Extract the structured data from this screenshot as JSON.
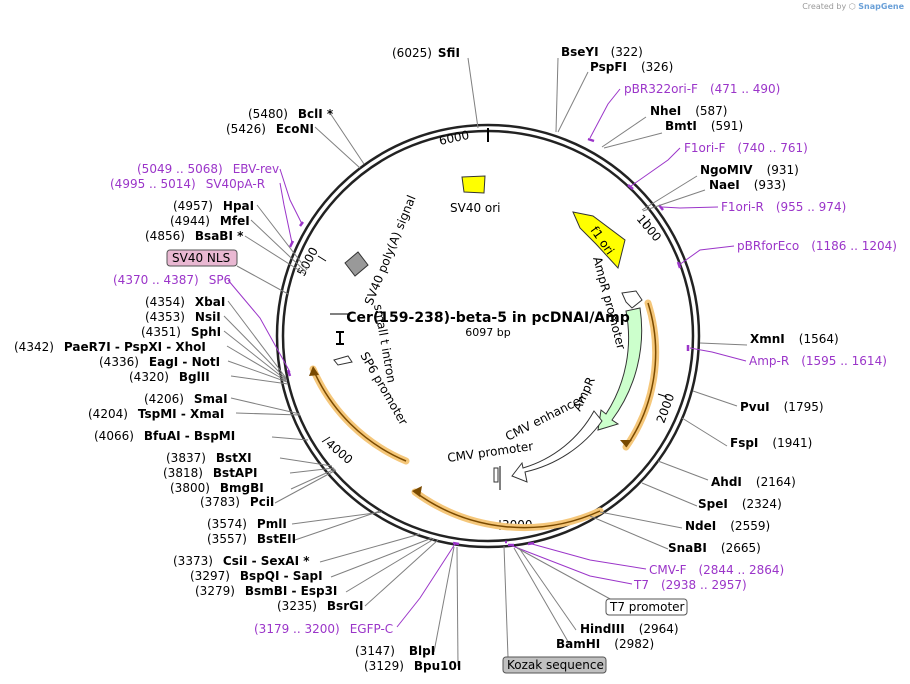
{
  "credit": {
    "prefix": "Created by",
    "brand": "SnapGene"
  },
  "plasmid": {
    "name": "Cer(159-238)-beta-5 in pcDNAI/Amp",
    "size_label": "6097 bp"
  },
  "ticks": [
    "1000",
    "2000",
    "3000",
    "4000",
    "5000",
    "6000"
  ],
  "features": [
    {
      "label": "SV40 ori",
      "type": "rep_origin",
      "color": "#ffff00"
    },
    {
      "label": "f1 ori",
      "type": "rep_origin",
      "color": "#ffff00"
    },
    {
      "label": "AmpR promoter",
      "type": "promoter",
      "color": "#ffffff"
    },
    {
      "label": "AmpR",
      "type": "cds",
      "color": "#ccffcc"
    },
    {
      "label": "CMV enhancer",
      "type": "enhancer",
      "color": "#ffffff"
    },
    {
      "label": "CMV promoter",
      "type": "promoter",
      "color": "#ffffff"
    },
    {
      "label": "SP6 promoter",
      "type": "promoter",
      "color": "#ffffff"
    },
    {
      "label": "small t intron",
      "type": "intron",
      "color": "#ffffff"
    },
    {
      "label": "SV40 poly(A) signal",
      "type": "polyA",
      "color": "#999999"
    }
  ],
  "boxed_labels": [
    {
      "label": "SV40 NLS",
      "color": "#e9b8d2"
    },
    {
      "label": "T7 promoter",
      "color": "#ffffff"
    },
    {
      "label": "Kozak sequence",
      "color": "#c0c0c0"
    }
  ],
  "enzymes": [
    {
      "name": "SfiI",
      "pos": "(6025)"
    },
    {
      "name": "BseYI",
      "pos": "(322)"
    },
    {
      "name": "PspFI",
      "pos": "(326)"
    },
    {
      "name": "NheI",
      "pos": "(587)"
    },
    {
      "name": "BmtI",
      "pos": "(591)"
    },
    {
      "name": "NgoMIV",
      "pos": "(931)"
    },
    {
      "name": "NaeI",
      "pos": "(933)"
    },
    {
      "name": "XmnI",
      "pos": "(1564)"
    },
    {
      "name": "PvuI",
      "pos": "(1795)"
    },
    {
      "name": "FspI",
      "pos": "(1941)"
    },
    {
      "name": "AhdI",
      "pos": "(2164)"
    },
    {
      "name": "SpeI",
      "pos": "(2324)"
    },
    {
      "name": "NdeI",
      "pos": "(2559)"
    },
    {
      "name": "SnaBI",
      "pos": "(2665)"
    },
    {
      "name": "HindIII",
      "pos": "(2964)"
    },
    {
      "name": "BamHI",
      "pos": "(2982)"
    },
    {
      "name": "BlpI",
      "pos": "(3147)"
    },
    {
      "name": "Bpu10I",
      "pos": "(3129)"
    },
    {
      "name": "BsrGI",
      "pos": "(3235)"
    },
    {
      "name": "BsmBI - Esp3I",
      "pos": "(3279)"
    },
    {
      "name": "BspQI - SapI",
      "pos": "(3297)"
    },
    {
      "name": "CsiI - SexAI *",
      "pos": "(3373)"
    },
    {
      "name": "BstEII",
      "pos": "(3557)"
    },
    {
      "name": "PmlI",
      "pos": "(3574)"
    },
    {
      "name": "PciI",
      "pos": "(3783)"
    },
    {
      "name": "BmgBI",
      "pos": "(3800)"
    },
    {
      "name": "BstAPI",
      "pos": "(3818)"
    },
    {
      "name": "BstXI",
      "pos": "(3837)"
    },
    {
      "name": "BfuAI - BspMI",
      "pos": "(4066)"
    },
    {
      "name": "TspMI - XmaI",
      "pos": "(4204)"
    },
    {
      "name": "SmaI",
      "pos": "(4206)"
    },
    {
      "name": "BglII",
      "pos": "(4320)"
    },
    {
      "name": "EagI - NotI",
      "pos": "(4336)"
    },
    {
      "name": "PaeR7I - PspXI - XhoI",
      "pos": "(4342)"
    },
    {
      "name": "SphI",
      "pos": "(4351)"
    },
    {
      "name": "NsiI",
      "pos": "(4353)"
    },
    {
      "name": "XbaI",
      "pos": "(4354)"
    },
    {
      "name": "BsaBI *",
      "pos": "(4856)"
    },
    {
      "name": "MfeI",
      "pos": "(4944)"
    },
    {
      "name": "HpaI",
      "pos": "(4957)"
    },
    {
      "name": "EcoNI",
      "pos": "(5426)"
    },
    {
      "name": "BclI *",
      "pos": "(5480)"
    }
  ],
  "primers": [
    {
      "name": "pBR322ori-F",
      "range": "(471 .. 490)"
    },
    {
      "name": "F1ori-F",
      "range": "(740 .. 761)"
    },
    {
      "name": "F1ori-R",
      "range": "(955 .. 974)"
    },
    {
      "name": "pBRforEco",
      "range": "(1186 .. 1204)"
    },
    {
      "name": "Amp-R",
      "range": "(1595 .. 1614)"
    },
    {
      "name": "CMV-F",
      "range": "(2844 .. 2864)"
    },
    {
      "name": "T7",
      "range": "(2938 .. 2957)"
    },
    {
      "name": "EGFP-C",
      "range": "(3179 .. 3200)"
    },
    {
      "name": "SP6",
      "range": "(4370 .. 4387)"
    },
    {
      "name": "SV40pA-R",
      "range": "(4995 .. 5014)"
    },
    {
      "name": "EBV-rev",
      "range": "(5049 .. 5068)"
    }
  ]
}
